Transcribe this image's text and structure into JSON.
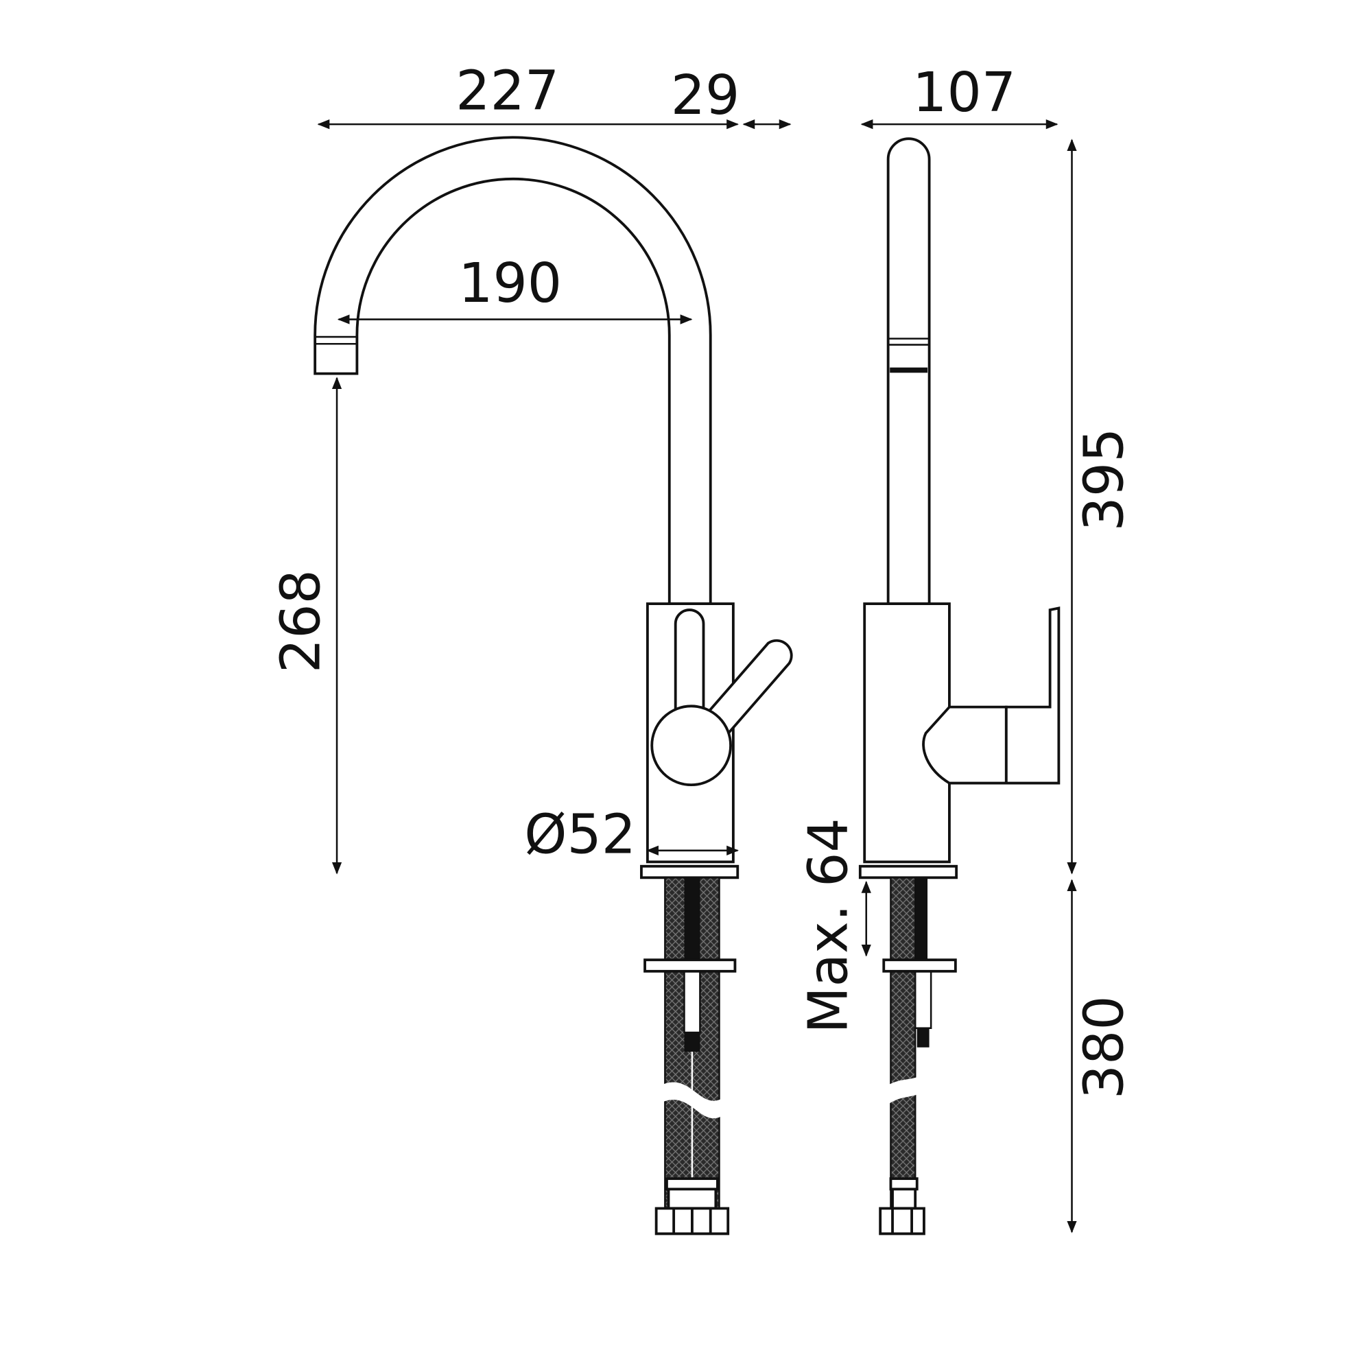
{
  "drawing": {
    "front_view": {
      "total_reach": "227",
      "spout_offset": "29",
      "spout_inner_width": "190",
      "spout_height": "268",
      "base_diameter": "Ø52"
    },
    "side_view": {
      "depth": "107",
      "total_height": "395",
      "hose_length": "380",
      "max_deck_thickness": "Max. 64"
    }
  }
}
